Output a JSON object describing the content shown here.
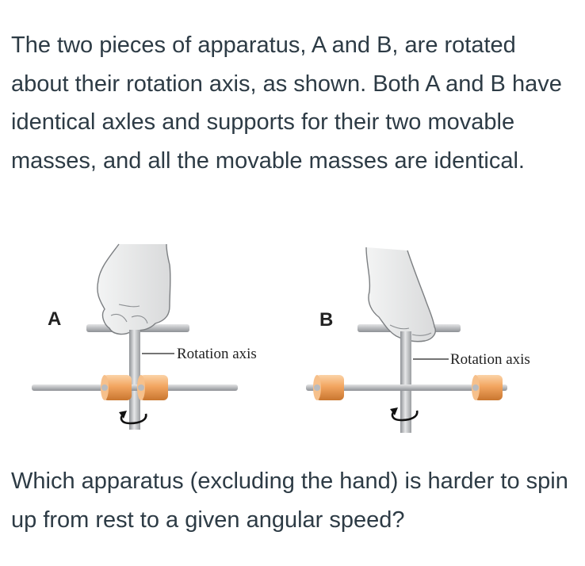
{
  "intro_text": "The two pieces of apparatus, A and B, are rotated about their rotation axis, as shown.  Both A and B have identical axles and supports for their two movable masses, and all the movable masses are identical.",
  "question_text": "Which apparatus (excluding the hand) is harder to spin up from rest to a given angular speed?",
  "figure": {
    "label_a": "A",
    "label_b": "B",
    "axis_label_a": "Rotation axis",
    "axis_label_b": "Rotation axis"
  },
  "colors": {
    "text": "#2d3b45",
    "rod": "#b9bbbe",
    "mass": "#f2a560",
    "hand": "#e7e8e8"
  }
}
